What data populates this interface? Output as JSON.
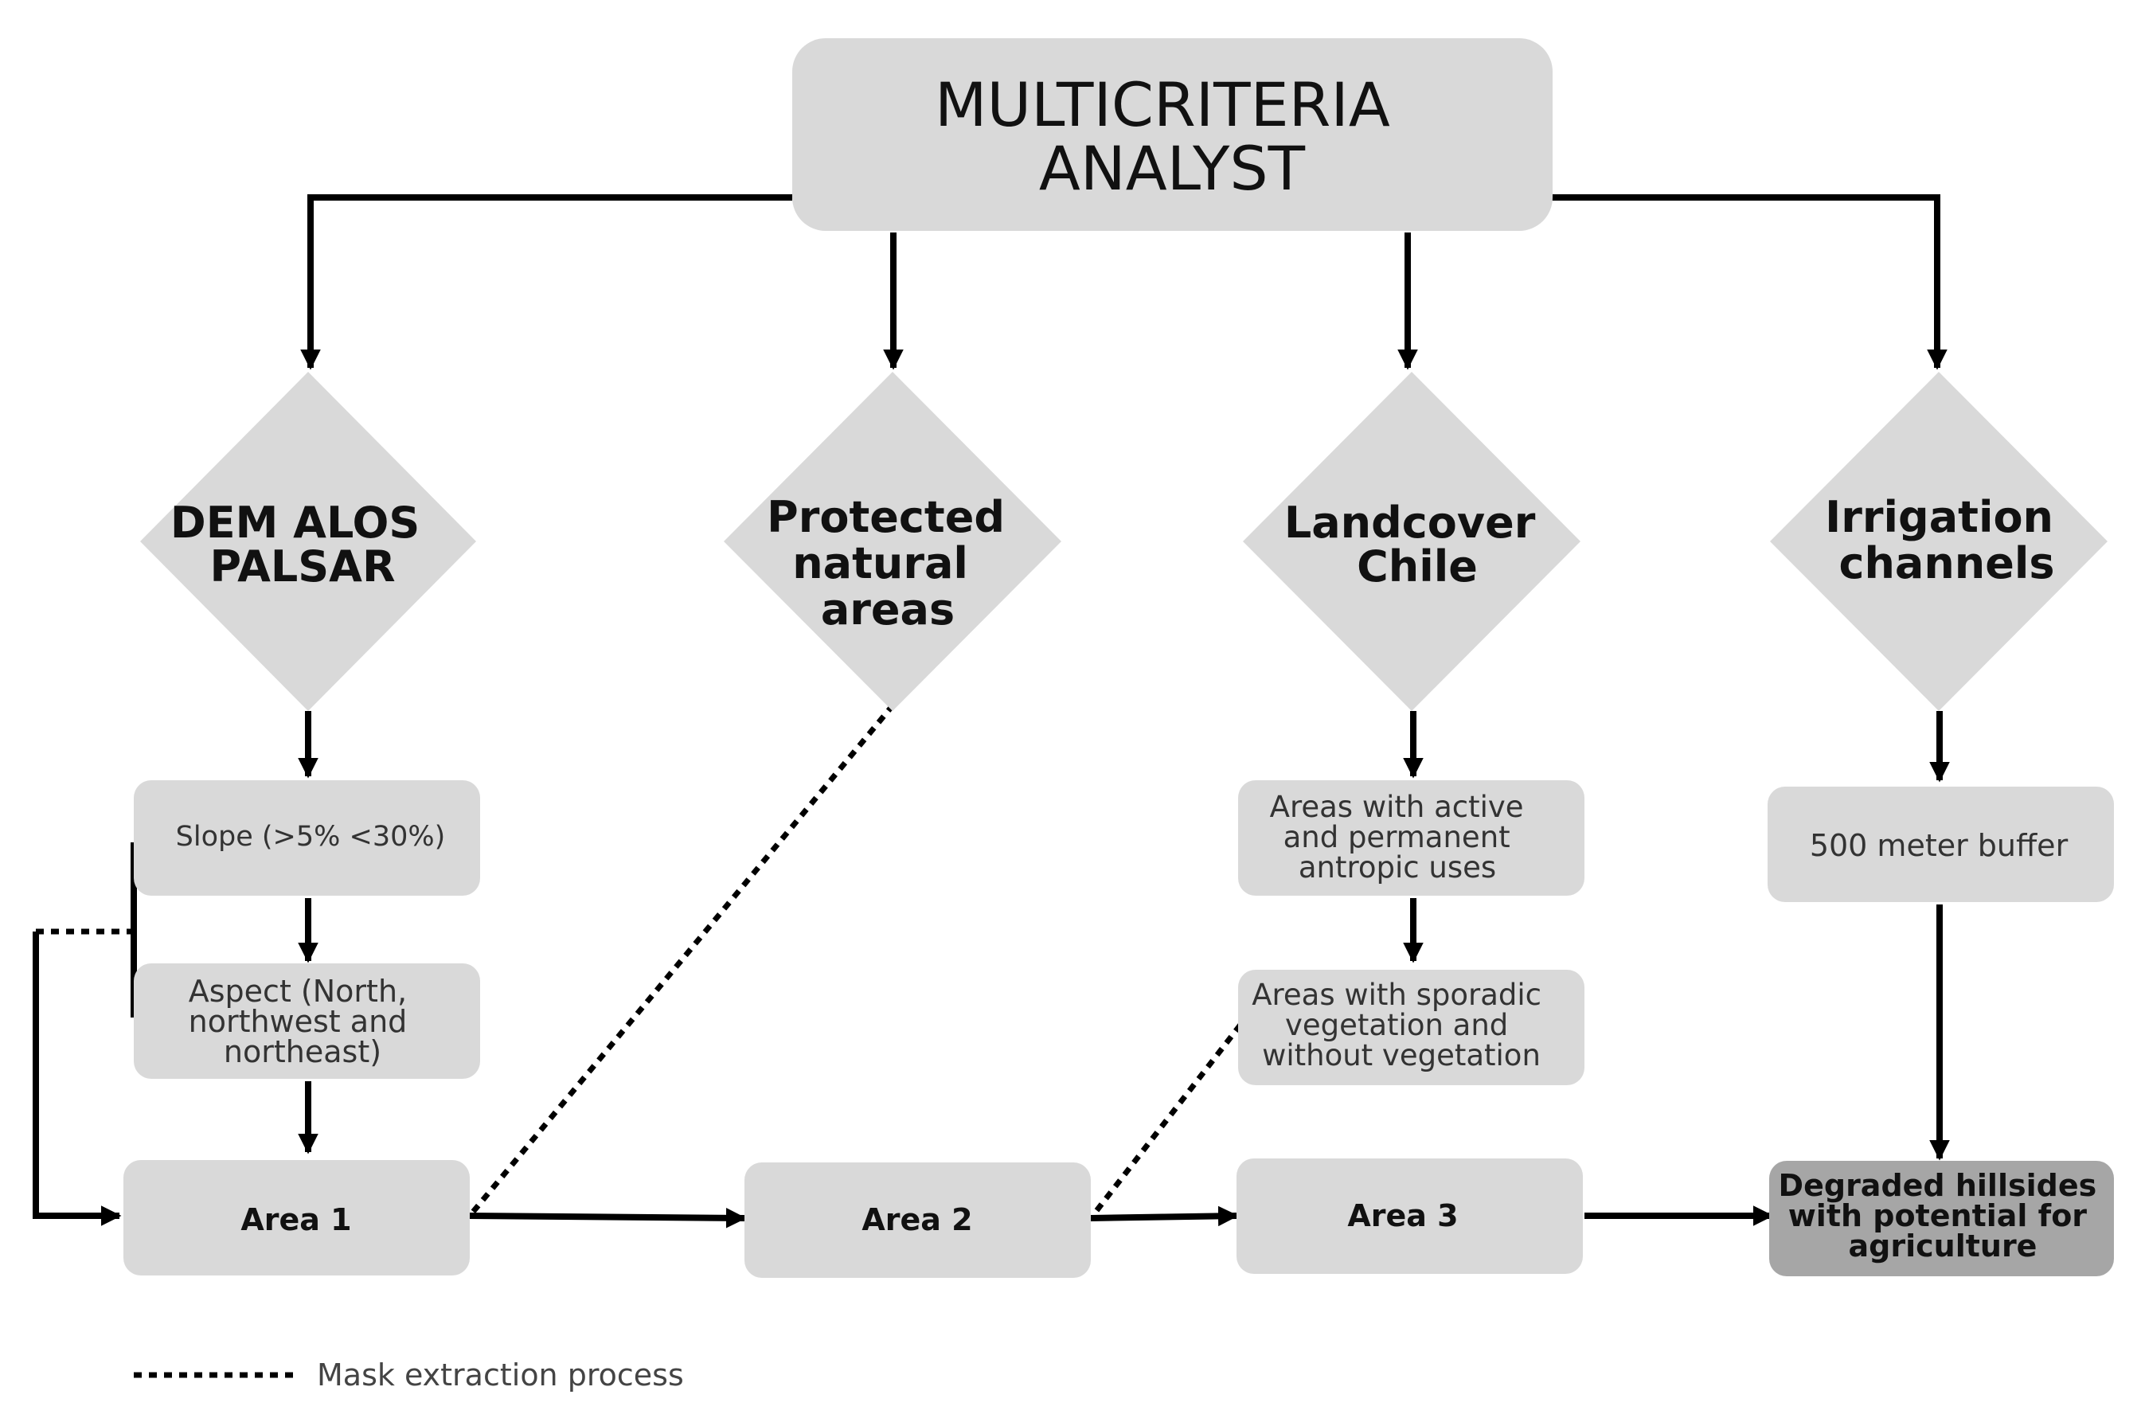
{
  "title": [
    "MULTICRITERIA",
    "ANALYST"
  ],
  "diamonds": {
    "dem": [
      "DEM ALOS",
      "PALSAR"
    ],
    "protected": [
      "Protected",
      "natural",
      "areas"
    ],
    "landcover": [
      "Landcover",
      "Chile"
    ],
    "irrigation": [
      "Irrigation",
      "channels"
    ]
  },
  "boxes": {
    "slope": [
      "Slope (>5% <30%)"
    ],
    "aspect": [
      "Aspect (North,",
      "northwest and",
      "northeast)"
    ],
    "active": [
      "Areas with active",
      "and permanent",
      "antropic uses"
    ],
    "sporadic": [
      "Areas with sporadic",
      "vegetation and",
      "without vegetation"
    ],
    "buffer": [
      "500 meter buffer"
    ],
    "area1": [
      "Area 1"
    ],
    "area2": [
      "Area 2"
    ],
    "area3": [
      "Area 3"
    ],
    "degraded": [
      "Degraded hillsides",
      "with potential for",
      "agriculture"
    ]
  },
  "legend": {
    "mask_label": "Mask extraction process"
  },
  "colors": {
    "box_fill": "#d9d9d9",
    "result_fill": "#a6a6a6",
    "line": "#000000"
  }
}
